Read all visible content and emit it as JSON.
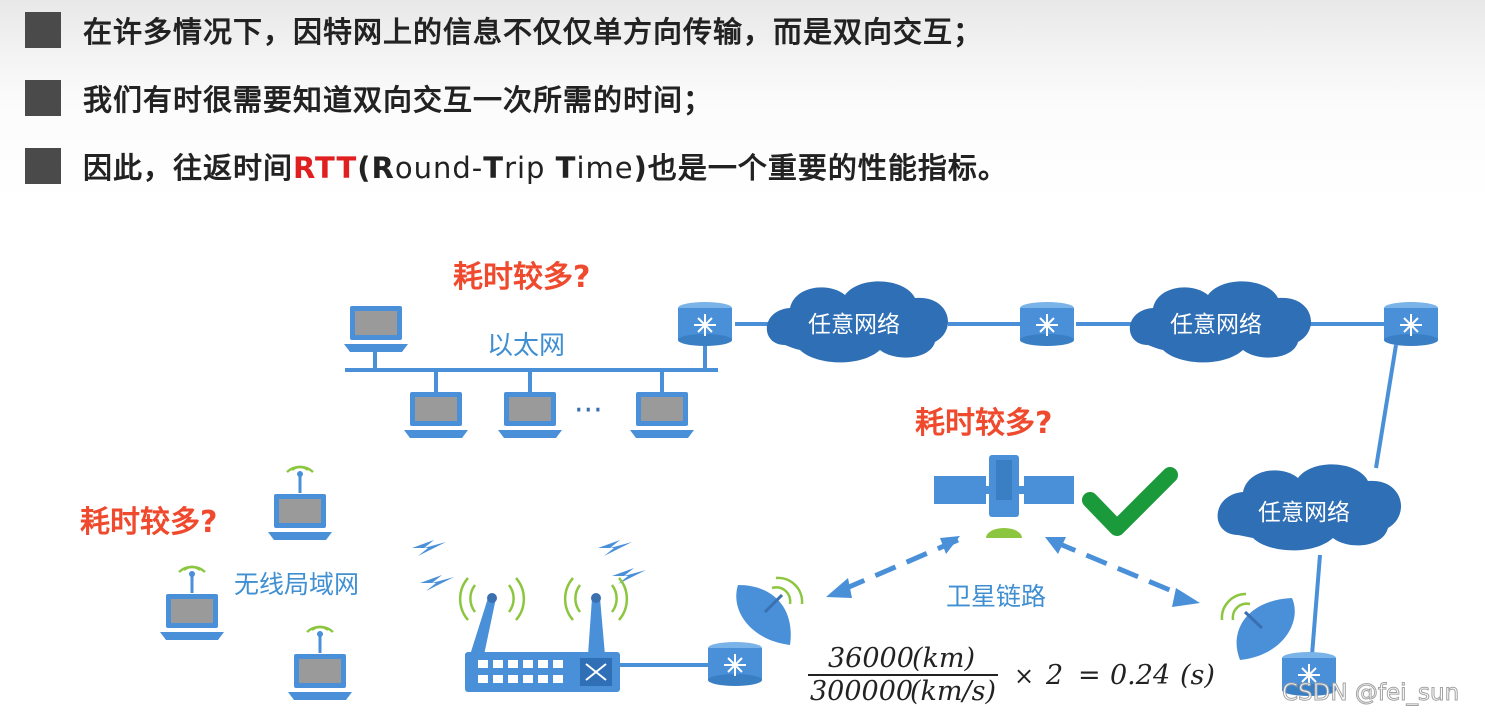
{
  "bullets": [
    {
      "text": "在许多情况下，因特网上的信息不仅仅单方向传输，而是双向交互；"
    },
    {
      "text": "我们有时很需要知道双向交互一次所需的时间；"
    },
    {
      "text_pre": "因此，往返时间",
      "rtt": "RTT",
      "paren_open": "(",
      "r_cap": "R",
      "r_rest": "ound-",
      "t_cap": "T",
      "t_rest": "rip ",
      "tm_cap": "T",
      "tm_rest": "ime",
      "paren_close": ")",
      "text_post": "也是一个重要的性能指标。"
    }
  ],
  "diagram": {
    "time_question": "耗时较多?",
    "ethernet_label": "以太网",
    "dots": "···",
    "cloud_label": "任意网络",
    "wlan_label": "无线局域网",
    "satellite_link_label": "卫星链路"
  },
  "formula": {
    "numerator": "36000",
    "numerator_unit": "(km)",
    "denominator": "300000",
    "denominator_unit": "(km/s)",
    "times": "×",
    "multiplier": "2",
    "equals": "=",
    "result": "0.24",
    "result_unit": "(s)"
  },
  "watermark": "CSDN @fei_sun",
  "colors": {
    "device_blue": "#4a90d9",
    "cloud_blue": "#2f6fb5",
    "question_red": "#ef4a2e",
    "check_green": "#1a9a3a",
    "wave_green": "#8cc63f"
  }
}
